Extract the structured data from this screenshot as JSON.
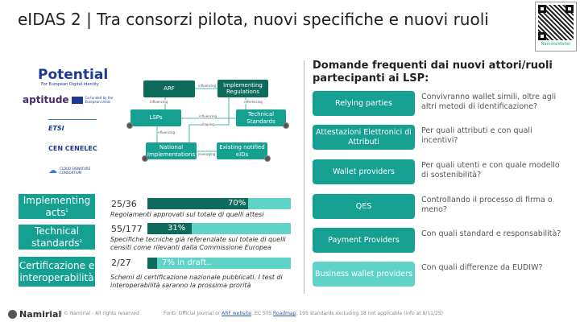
{
  "title": "eIDAS 2 | Tra consorzi pilota, nuovi specifiche e nuovi ruoli",
  "qr": {
    "caption": "NamirialWallet"
  },
  "logos": {
    "potential": "Potential",
    "potential_sub": "For European Digital Identity",
    "aptitude": "aptitude",
    "eu_funded": "Co-funded by the European Union",
    "etsi": "ETSI",
    "cen": "CEN CENELEC",
    "csc": "CLOUD SIGNATURE CONSORTIUM"
  },
  "diagram": {
    "nodes": {
      "arf": "ARF",
      "impl_reg": "Implementing Regulations",
      "lsps": "LSPs",
      "tech_std": "Technical Standards",
      "national": "National Implementations",
      "existing": "Existing notified eIDs"
    },
    "edges": {
      "e1": "influencing",
      "e2": "influencing",
      "e3": "referencing",
      "e4": "influencing",
      "e5": "shaping",
      "e6": "influencing",
      "e7": "leveraging"
    }
  },
  "progress": [
    {
      "label": "Implementing acts",
      "sup": "1",
      "count": "25/36",
      "percent": 70,
      "pct_label": "70%",
      "caption": "Regolamenti approvati sul totale di quelli attesi"
    },
    {
      "label": "Technical standards",
      "sup": "2",
      "count": "55/177",
      "percent": 31,
      "pct_label": "31%",
      "caption": "Specifiche tecniche già referenziate sul totale di quelli censiti come rilevanti dalla Commissione Europea"
    },
    {
      "label": "Certificazione e interoperabilità",
      "sup": "",
      "count": "2/27",
      "percent": 7,
      "pct_label": "7% in draft..",
      "caption": "Schemi di certificazione nazionale pubblicati. I test di interoperabilità saranno la prossima prorità"
    }
  ],
  "faq": {
    "heading": "Domande frequenti dai nuovi attori/ruoli partecipanti ai LSP:",
    "items": [
      {
        "role": "Relying parties",
        "question": "Convivranno wallet simili, oltre agli altri metodi di identificazione?"
      },
      {
        "role": "Attestazioni Elettronici di Attributi",
        "question": "Per quali attributi e con quali incentivi?"
      },
      {
        "role": "Wallet providers",
        "question": "Per quali utenti e con quale modello di sostenibilità?"
      },
      {
        "role": "QES",
        "question": "Controllando il processo di firma o meno?"
      },
      {
        "role": "Payment Providers",
        "question": "Con quali standard e responsabilità?"
      },
      {
        "role": "Business wallet providers",
        "question": "Con quali differenze da EUDIW?"
      }
    ]
  },
  "footer": {
    "brand": "Namirial",
    "copyright": "| © Namirial - All rights reserved",
    "sources_prefix": "Fonti: Official Journal or ",
    "arf_link": "ARF website",
    "sources_mid": "; EC STS ",
    "roadmap_link": "Roadmap",
    "sources_suffix": "; 195 standards excluding 18 not applicable (info at 8/11/25)"
  },
  "colors": {
    "teal": "#16a091",
    "dark": "#0e6b5c",
    "light": "#5fd3c8"
  }
}
